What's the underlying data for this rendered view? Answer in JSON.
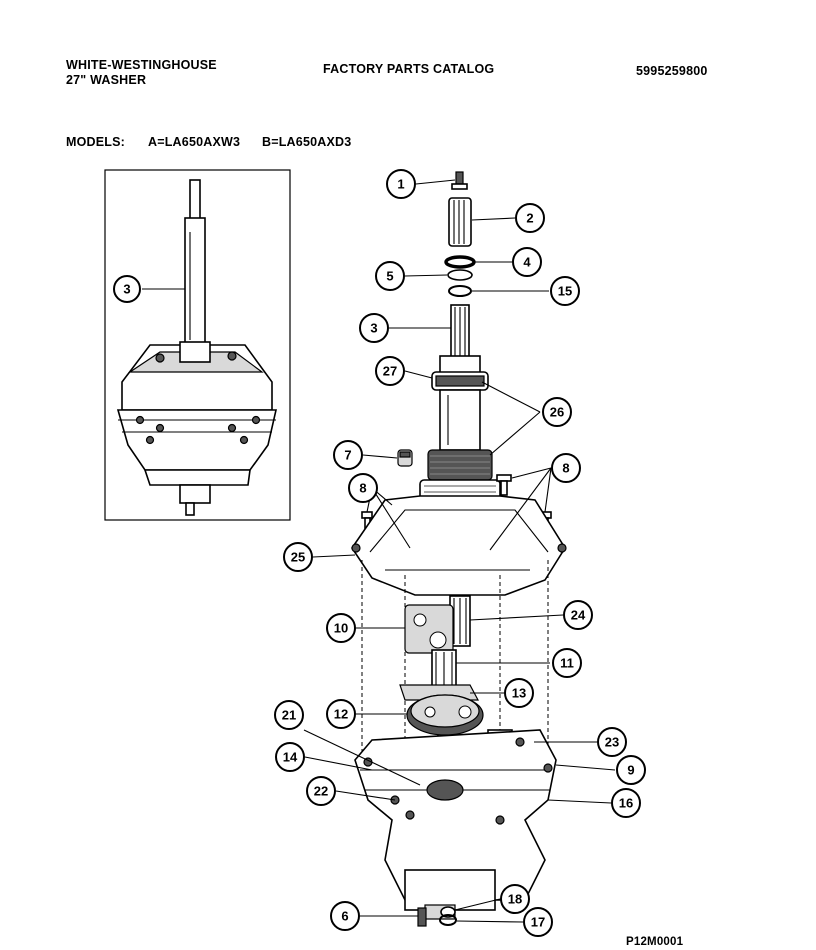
{
  "header": {
    "brand_line1": "WHITE-WESTINGHOUSE",
    "brand_line2": "27\" WASHER",
    "catalog_title": "FACTORY PARTS CATALOG",
    "catalog_number": "5995259800"
  },
  "models": {
    "label": "MODELS:",
    "model_a": "A=LA650AXW3",
    "model_b": "B=LA650AXD3"
  },
  "footer": {
    "figure_code": "P12M0001"
  },
  "inset_callouts": [
    {
      "num": "3"
    }
  ],
  "callouts": [
    {
      "num": "1"
    },
    {
      "num": "2"
    },
    {
      "num": "4"
    },
    {
      "num": "5"
    },
    {
      "num": "15"
    },
    {
      "num": "3"
    },
    {
      "num": "27"
    },
    {
      "num": "26"
    },
    {
      "num": "7"
    },
    {
      "num": "8"
    },
    {
      "num": "8"
    },
    {
      "num": "25"
    },
    {
      "num": "24"
    },
    {
      "num": "10"
    },
    {
      "num": "11"
    },
    {
      "num": "13"
    },
    {
      "num": "12"
    },
    {
      "num": "21"
    },
    {
      "num": "23"
    },
    {
      "num": "14"
    },
    {
      "num": "9"
    },
    {
      "num": "22"
    },
    {
      "num": "16"
    },
    {
      "num": "18"
    },
    {
      "num": "6"
    },
    {
      "num": "17"
    }
  ]
}
